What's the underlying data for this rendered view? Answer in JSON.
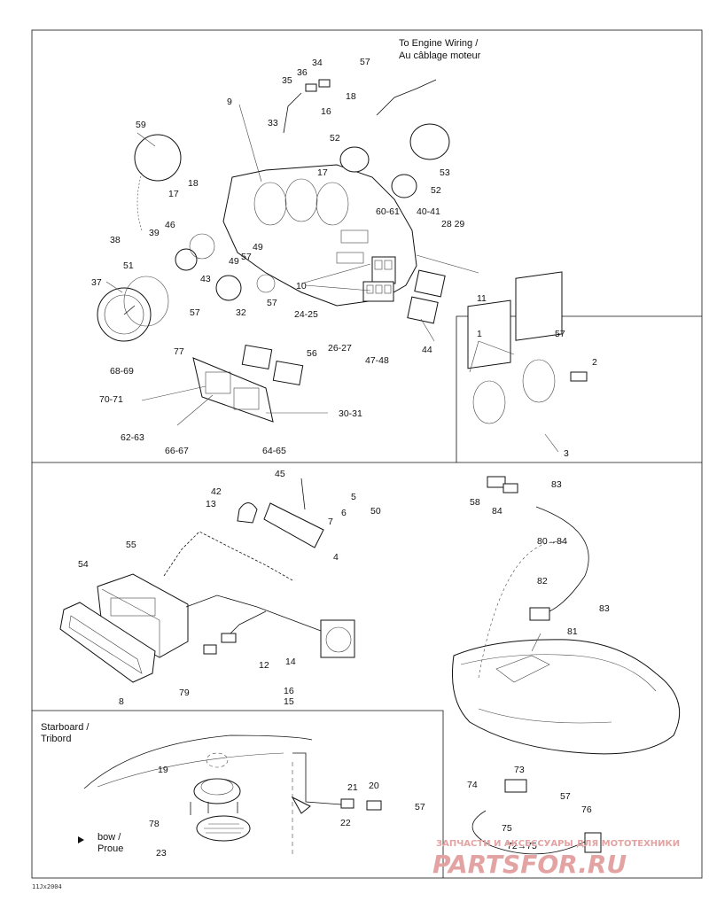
{
  "header_note": {
    "line1": "To Engine Wiring /",
    "line2": "Au câblage moteur"
  },
  "starboard_note": {
    "line1": "Starboard /",
    "line2": "Tribord"
  },
  "bow_note": {
    "line1": "bow /",
    "line2": "Proue"
  },
  "watermark": {
    "top": "ЗАПЧАСТИ И АКСЕССУАРЫ ДЛЯ МОТОТЕХНИКИ",
    "logo": "PARTSFOR.RU"
  },
  "figure_code": "11Jx2004",
  "callouts": {
    "c1": "1",
    "c2": "2",
    "c3": "3",
    "c4": "4",
    "c5": "5",
    "c6": "6",
    "c7": "7",
    "c8": "8",
    "c9": "9",
    "c10": "10",
    "c11": "11",
    "c12": "12",
    "c13": "13",
    "c14": "14",
    "c15": "15",
    "c16a": "16",
    "c16b": "16",
    "c17a": "17",
    "c17b": "17",
    "c18a": "18",
    "c18b": "18",
    "c19": "19",
    "c20": "20",
    "c21": "21",
    "c22": "22",
    "c23": "23",
    "c24_25": "24-25",
    "c26_27": "26-27",
    "c28_29": "28 29",
    "c30_31": "30-31",
    "c32": "32",
    "c33": "33",
    "c34": "34",
    "c35": "35",
    "c36": "36",
    "c37": "37",
    "c38": "38",
    "c39": "39",
    "c40_41": "40-41",
    "c42": "42",
    "c43": "43",
    "c44": "44",
    "c45": "45",
    "c46": "46",
    "c47_48": "47-48",
    "c49a": "49",
    "c49b": "49",
    "c50": "50",
    "c51": "51",
    "c52a": "52",
    "c52b": "52",
    "c53": "53",
    "c54": "54",
    "c55": "55",
    "c56": "56",
    "c57a": "57",
    "c57b": "57",
    "c57c": "57",
    "c57d": "57",
    "c57e": "57",
    "c57f": "57",
    "c57g": "57",
    "c57h": "57",
    "c58": "58",
    "c59": "59",
    "c60_61": "60-61",
    "c62_63": "62-63",
    "c64_65": "64-65",
    "c66_67": "66-67",
    "c68_69": "68-69",
    "c70_71": "70-71",
    "c72_75": "72→75",
    "c73": "73",
    "c74": "74",
    "c75": "75",
    "c76": "76",
    "c77": "77",
    "c78": "78",
    "c79": "79",
    "c80_84": "80→84",
    "c81": "81",
    "c82": "82",
    "c83a": "83",
    "c83b": "83",
    "c84": "84"
  }
}
